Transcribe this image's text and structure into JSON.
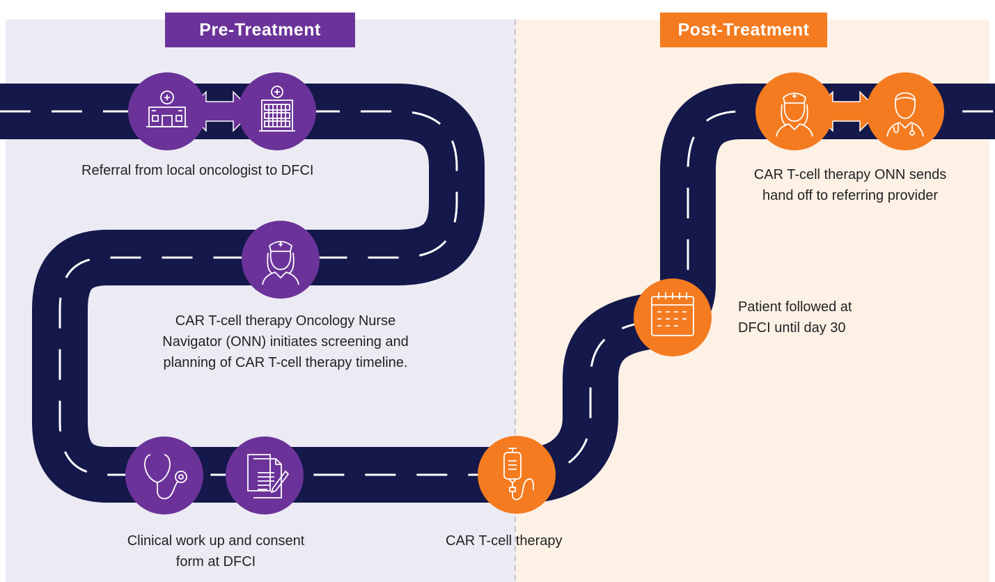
{
  "colors": {
    "pre_bg": "#ecebf4",
    "post_bg": "#fdf1e6",
    "road": "#14184a",
    "lane": "#ffffff",
    "pre_accent": "#6b3399",
    "post_accent": "#f47b20",
    "divider": "#c3c3cc",
    "text": "#222222"
  },
  "phases": {
    "pre": "Pre-Treatment",
    "post": "Post-Treatment"
  },
  "steps": {
    "referral": "Referral from local oncologist to DFCI",
    "onn_line1": "CAR T-cell therapy Oncology Nurse",
    "onn_line2": "Navigator (ONN) initiates screening and",
    "onn_line3": "planning of CAR T-cell therapy timeline.",
    "workup_line1": "Clinical work up and consent",
    "workup_line2": "form at DFCI",
    "therapy": "CAR T-cell therapy",
    "followup_line1": "Patient followed at",
    "followup_line2": "DFCI until day 30",
    "handoff_line1": "CAR T-cell therapy ONN sends",
    "handoff_line2": "hand off to referring provider"
  },
  "icons": {
    "local-clinic": "clinic-building-icon",
    "dfci": "hospital-building-icon",
    "nurse": "nurse-icon",
    "stethoscope": "stethoscope-icon",
    "consent-form": "document-pen-icon",
    "infusion": "iv-bag-icon",
    "calendar": "calendar-icon",
    "doctor": "doctor-icon",
    "exchange": "double-arrow-icon"
  }
}
